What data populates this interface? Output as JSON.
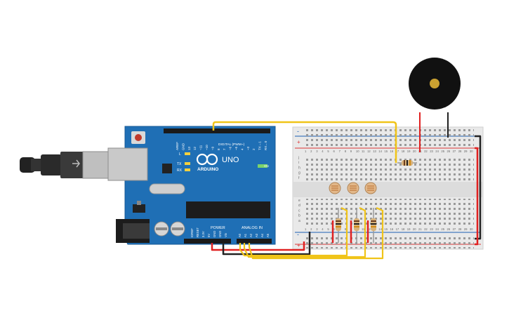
{
  "board": {
    "brand": "ARDUINO",
    "model": "UNO",
    "digital_header": "DIGITAL (PWM~)",
    "power_header": "POWER",
    "analog_header": "ANALOG IN",
    "on_label": "ON",
    "led_l": "L",
    "led_tx": "TX",
    "led_rx": "RX",
    "digital_pins": [
      "AREF",
      "GND",
      "13",
      "12",
      "~11",
      "~10",
      "~9",
      "8",
      "7",
      "~6",
      "~5",
      "4",
      "~3",
      "2",
      "TX→1",
      "RX←0"
    ],
    "power_pins": [
      "IOREF",
      "RESET",
      "3.3V",
      "5V",
      "GND",
      "GND",
      "Vin"
    ],
    "analog_pins": [
      "A0",
      "A1",
      "A2",
      "A3",
      "A4",
      "A5"
    ]
  },
  "breadboard": {
    "rows_top": [
      "j",
      "i",
      "h",
      "g",
      "f"
    ],
    "rows_bottom": [
      "e",
      "d",
      "c",
      "b",
      "a"
    ],
    "col_numbers": [
      "1",
      "2",
      "3",
      "4",
      "5",
      "6",
      "7",
      "8",
      "9",
      "10",
      "11",
      "12",
      "13",
      "14",
      "15",
      "16",
      "17",
      "18",
      "19",
      "20",
      "21",
      "22",
      "23",
      "24",
      "25",
      "26",
      "27",
      "28",
      "29",
      "30"
    ],
    "rail_plus": "+",
    "rail_minus": "-"
  },
  "colors": {
    "board_blue": "#1f6fb5",
    "wire_yellow": "#f0c419",
    "wire_red": "#e02020",
    "wire_black": "#222222",
    "breadboard": "#e9e9e9"
  },
  "components": [
    "buzzer",
    "resistor",
    "photoresistor",
    "photoresistor",
    "photoresistor",
    "resistor",
    "resistor",
    "resistor"
  ]
}
